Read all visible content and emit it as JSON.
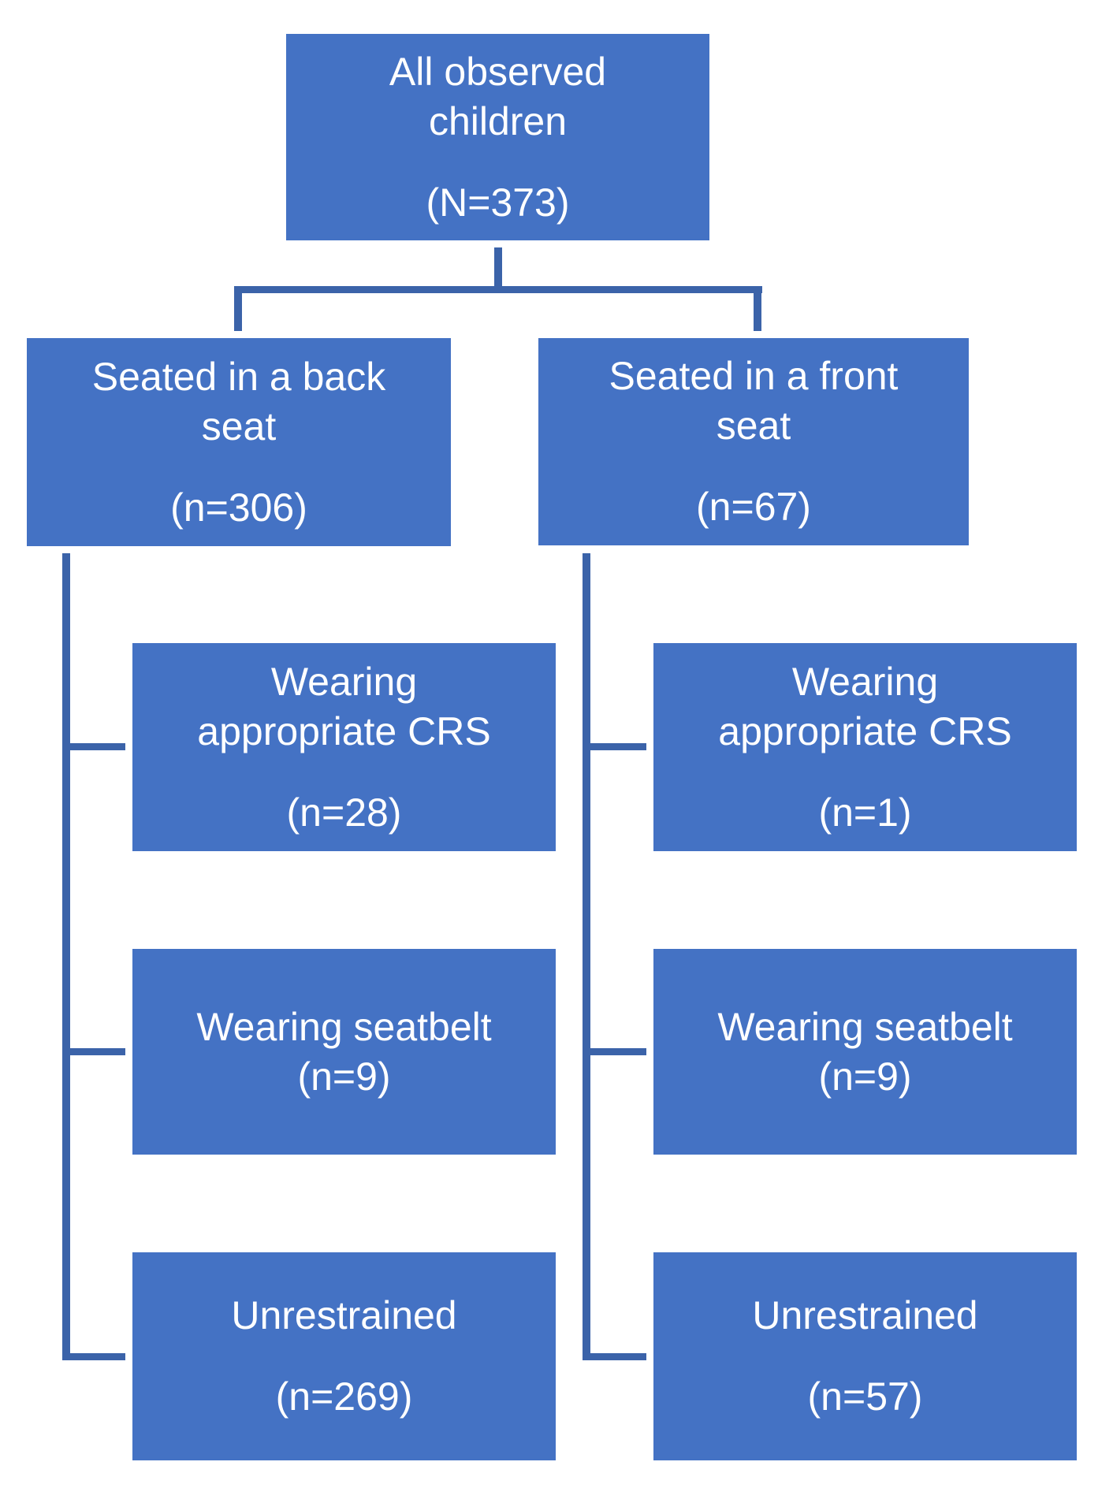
{
  "diagram": {
    "colors": {
      "box_fill": "#4472C4",
      "connector": "#3B63A9",
      "text": "#FFFFFF",
      "background": "#FFFFFF"
    },
    "nodes": {
      "root": {
        "lines": [
          "All observed",
          "children"
        ],
        "count": "(N=373)"
      },
      "back_seat": {
        "lines": [
          "Seated in a back",
          "seat"
        ],
        "count": "(n=306)"
      },
      "front_seat": {
        "lines": [
          "Seated in a front",
          "seat"
        ],
        "count": "(n=67)"
      },
      "back_crs": {
        "lines": [
          "Wearing",
          "appropriate CRS"
        ],
        "count": "(n=28)"
      },
      "front_crs": {
        "lines": [
          "Wearing",
          "appropriate CRS"
        ],
        "count": "(n=1)"
      },
      "back_seatbelt": {
        "lines": [
          "Wearing seatbelt"
        ],
        "count": "(n=9)"
      },
      "front_seatbelt": {
        "lines": [
          "Wearing seatbelt"
        ],
        "count": "(n=9)"
      },
      "back_unrestrained": {
        "lines": [
          "Unrestrained"
        ],
        "count": "(n=269)"
      },
      "front_unrestrained": {
        "lines": [
          "Unrestrained"
        ],
        "count": "(n=57)"
      }
    }
  }
}
